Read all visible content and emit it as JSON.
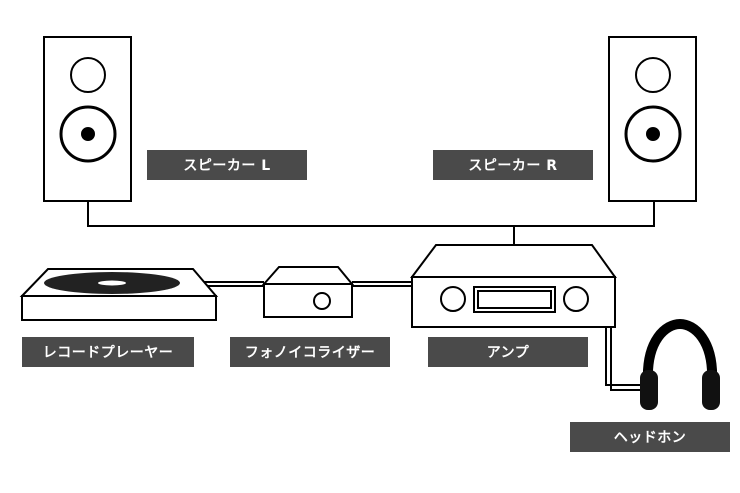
{
  "labels": {
    "speaker_left": "スピーカー L",
    "speaker_right": "スピーカー R",
    "record_player": "レコードプレーヤー",
    "phono_equalizer": "フォノイコライザー",
    "amp": "アンプ",
    "headphones": "ヘッドホン"
  },
  "colors": {
    "label_background": "#4a4a4a",
    "label_text": "#ffffff",
    "line": "#000000",
    "record": "#222222"
  }
}
